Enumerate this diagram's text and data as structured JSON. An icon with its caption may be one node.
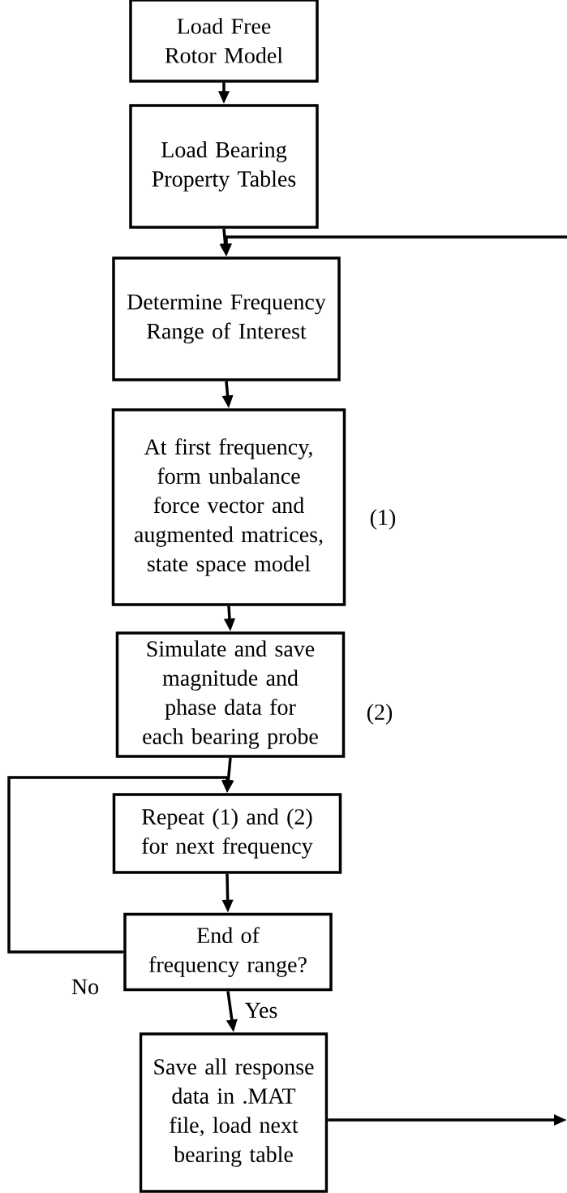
{
  "diagram": {
    "nodes": [
      {
        "text": [
          "Load Free Rotor Model"
        ]
      },
      {
        "text": [
          "Load Bearing Property Tables"
        ]
      },
      {
        "text": [
          "Determine Frequency Range of Interest"
        ]
      },
      {
        "text": [
          "At first frequency, form unbalance force vector and augmented matrices, state space model"
        ],
        "beside": [
          "(1)"
        ]
      },
      {
        "text": [
          "Simulate and save magnitude and phase data for each bearing probe"
        ],
        "beside": [
          "(2)"
        ]
      },
      {
        "text": [
          "Repeat (1) and (2) for next frequency"
        ]
      },
      {
        "text": [
          "End of frequency range?"
        ]
      },
      {
        "text": [
          "Save all response data in .MAT file, load next bearing table"
        ]
      }
    ],
    "edges": [
      {
        "from": 0,
        "to": 1,
        "arrow": "to"
      },
      {
        "from": 1,
        "to": 2,
        "arrow": "to"
      },
      {
        "from": null,
        "to": 2,
        "arrow": "to"
      },
      {
        "from": 2,
        "to": 3,
        "arrow": "to"
      },
      {
        "from": 3,
        "to": 4,
        "arrow": "to"
      },
      {
        "from": 4,
        "to": 5,
        "arrow": "to"
      },
      {
        "from": 5,
        "to": 6,
        "arrow": "to"
      },
      {
        "from": 6,
        "to": 5,
        "arrow": "to",
        "label": "No"
      },
      {
        "from": 6,
        "to": 7,
        "arrow": "to",
        "label": "Yes"
      },
      {
        "from": 7,
        "to": null,
        "arrow": "to"
      }
    ]
  }
}
